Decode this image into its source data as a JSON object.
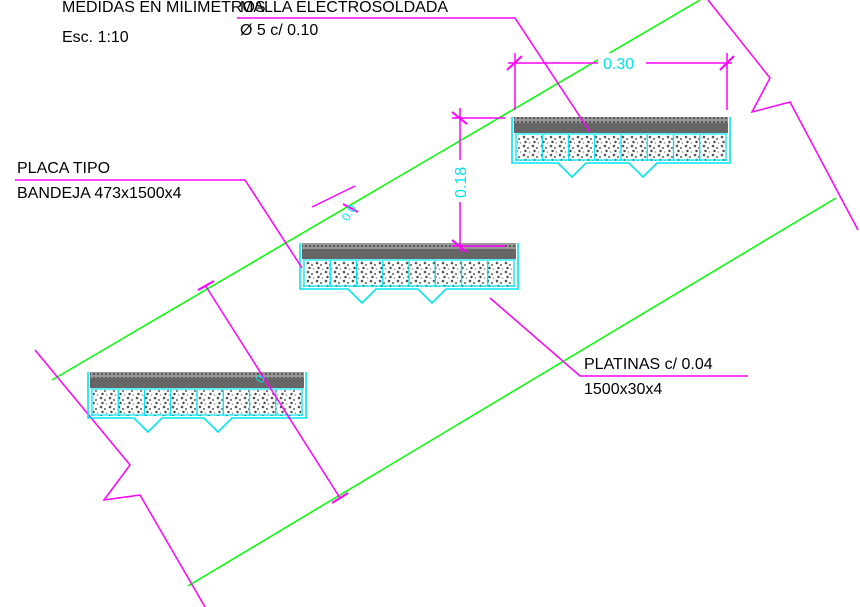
{
  "header": {
    "medidas": "MEDIDAS EN MILIMETROS",
    "escala": "Esc. 1:10"
  },
  "labels": {
    "malla_title": "MALLA ELECTROSOLDADA",
    "malla_spec": "Ø 5 c/ 0.10",
    "placa_line1": "PLACA TIPO",
    "placa_line2": "BANDEJA 473x1500x4",
    "platinas_line1": "PLATINAS c/ 0.04",
    "platinas_line2": "1500x30x4"
  },
  "dimensions": {
    "horizontal_spacing": "0.30",
    "vertical_spacing": "0.18",
    "small_gap": "0.0",
    "small_gap_2": "0."
  },
  "colors": {
    "outline": "#00e5ee",
    "leader": "#ff00ff",
    "boundary": "#00ff00",
    "dimension_text": "#00e5ee",
    "text": "#000000"
  }
}
